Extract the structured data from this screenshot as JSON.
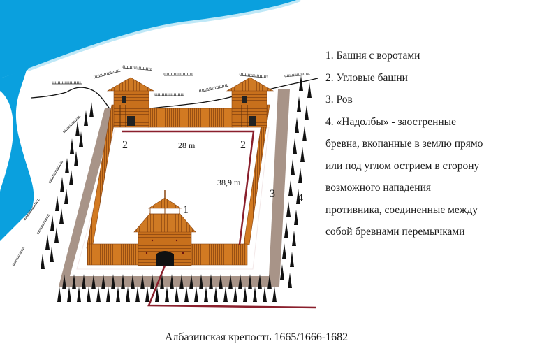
{
  "diagram": {
    "title": "Албазинская крепость 1665/1666-1682",
    "colors": {
      "river": "#0aa0de",
      "river_edge": "#bfe8f7",
      "moat": "#a89488",
      "wood": "#c8701c",
      "wood_dark": "#8a4510",
      "wood_light": "#e08a2c",
      "dimension_line": "#8a1f2c",
      "spikes": "#111111"
    },
    "map_labels": {
      "gate_tower": "1",
      "corner_tower_left": "2",
      "corner_tower_right": "2",
      "moat": "3",
      "stakes": "4",
      "width_dimension": "28 m",
      "length_dimension": "38,9 m"
    },
    "legend": [
      {
        "number": "1.",
        "text": "Башня с воротами"
      },
      {
        "number": "2.",
        "text": "Угловые башни"
      },
      {
        "number": "3.",
        "text": "Ров"
      },
      {
        "number": "4.",
        "text": "«Надолбы» - заостренные"
      }
    ],
    "legend_continuation": [
      "бревна, вкопанные в землю прямо",
      "или под углом острием в сторону",
      "возможного нападения",
      "противника, соединенные между",
      "собой бревнами перемычками"
    ]
  }
}
